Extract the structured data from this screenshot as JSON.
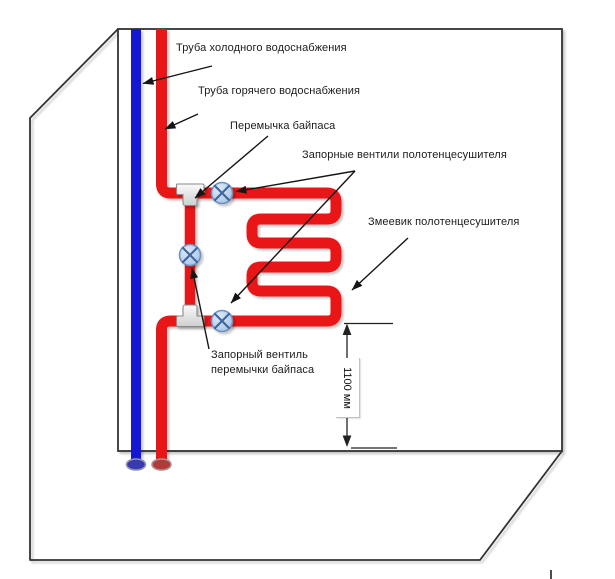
{
  "diagram": {
    "labels": {
      "cold_pipe": "Труба холодного водоснабжения",
      "hot_pipe": "Труба горячего водоснабжения",
      "bypass_jumper": "Перемычка байпаса",
      "towel_valves": "Запорные вентили полотенцесушителя",
      "coil": "Змеевик полотенцесушителя",
      "bypass_valve_line1": "Запорный вентиль",
      "bypass_valve_line2": "перемычки байпаса"
    },
    "dimension": {
      "value": "1100 мм"
    },
    "colors": {
      "cold_pipe": "#1616d6",
      "hot_pipe": "#e81212",
      "valve_fill": "#b9d4ee",
      "valve_border": "#6e8fc0",
      "valve_cross": "#3f659a",
      "fitting_fill": "#ececec",
      "fitting_border": "#8a8a8a",
      "wall_outline": "#333333",
      "leader_line": "#151515"
    }
  }
}
